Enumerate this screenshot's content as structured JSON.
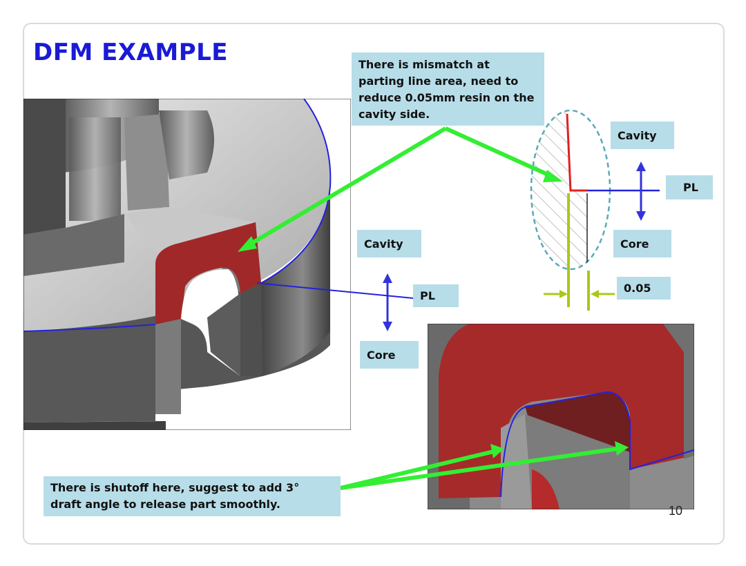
{
  "slide": {
    "title": "DFM EXAMPLE",
    "page_number": "10"
  },
  "callouts": {
    "mismatch": "There is mismatch at parting line area, need to reduce 0.05mm resin on the cavity side.",
    "shutoff": "There is shutoff here, suggest to add 3° draft angle to release part smoothly."
  },
  "section_labels": {
    "cavity": "Cavity",
    "pl": "PL",
    "core": "Core",
    "offset": "0.05"
  },
  "colors": {
    "title": "#1a1ad6",
    "callout_fill": "#b7dde8",
    "arrow_green": "#33ee33",
    "parting_line": "#2222dd",
    "cavity_red": "#e02020",
    "core_green": "#a8c81a",
    "part_red": "#a02828",
    "part_grey": "#6e6e6e"
  }
}
